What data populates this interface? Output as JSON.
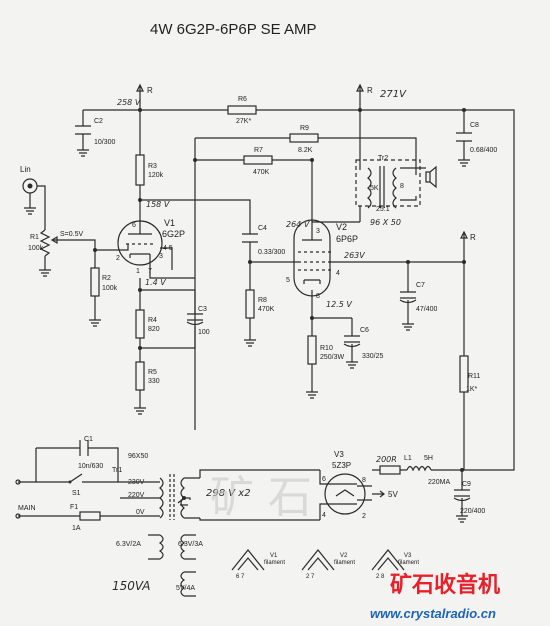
{
  "title": "4W   6G2P-6P6P  SE AMP",
  "colors": {
    "paper": "#f3f3f1",
    "ink": "#2b2b2b",
    "logo_red": "#e8202a",
    "logo_blue": "#1c64b8"
  },
  "rails": {
    "r_label": "R",
    "v258": "258 V",
    "v271": "271V"
  },
  "input": {
    "lin": "Lin",
    "r1": "R1",
    "r1_val": "100k",
    "s_label": "S=0.5V",
    "r2": "R2",
    "r2_val": "100k"
  },
  "v1": {
    "name": "V1",
    "type": "6G2P",
    "v158": "158 V",
    "v14": "1.4 V",
    "pin6": "6",
    "pin2": "2",
    "pin1": "1",
    "pin3": "3",
    "pin45": "4 5",
    "pin7": "7"
  },
  "parts": {
    "r6": "R6",
    "r6_val": "27K*",
    "c2": "C2",
    "c2_val": "10/300",
    "r9": "R9",
    "r9_val": "8.2K",
    "r7": "R7",
    "r7_val": "470K",
    "r3": "R3",
    "r3_val": "120k",
    "c4": "C4",
    "c4_val": "0.33/300",
    "r4": "R4",
    "r4_val": "820",
    "c3": "C3",
    "c3_val": "100",
    "r5": "R5",
    "r5_val": "330",
    "r8": "R8",
    "r8_val": "470K",
    "c8": "C8",
    "c8_val": "0.68/400",
    "c7": "C7",
    "c7_val": "47/400",
    "r10": "R10",
    "r10_val": "250/3W",
    "c6": "C6",
    "c6_val": "330/25",
    "r11": "R11",
    "r11_val": "1K*",
    "c9": "C9",
    "c9_val": "220/400",
    "c1": "C1",
    "c1_val": "10n/630",
    "s1": "S1",
    "f1": "F1",
    "f1_val": "1A",
    "l1": "L1",
    "l1_val": "5H",
    "r200": "200R",
    "ma220": "220MA"
  },
  "v2": {
    "name": "V2",
    "type": "6P6P",
    "v264": "264 V",
    "v263": "263V",
    "v125": "12.5 V",
    "pin3": "3",
    "pin4": "4",
    "pin5": "5",
    "pin8": "8"
  },
  "tr2": {
    "name": "Tr2",
    "left": "5K",
    "right": "8",
    "ratio": "25:1",
    "core": "96 X 50"
  },
  "power": {
    "core": "96X50",
    "tr1": "Tr1",
    "v230": "230V",
    "v220": "220V",
    "v0": "0V",
    "main": "MAIN",
    "hv": "298 V x2",
    "v3": "V3",
    "v3_type": "5Z3P",
    "p5v": "5V",
    "pin6": "6",
    "pin8": "8",
    "pin4": "4",
    "pin2": "2",
    "h63a": "6.3V/2A",
    "h63b": "6.3V/3A",
    "h5v": "5V/4A",
    "va": "150VA"
  },
  "filaments": [
    {
      "tube": "V1",
      "label": "filament",
      "pins": "6 7"
    },
    {
      "tube": "V2",
      "label": "filament",
      "pins": "2 7"
    },
    {
      "tube": "V3",
      "label": "filament",
      "pins": "2 8"
    }
  ],
  "watermark": {
    "chars": "矿 石",
    "logo": "矿石收音机",
    "url": "www.crystalradio.cn"
  }
}
